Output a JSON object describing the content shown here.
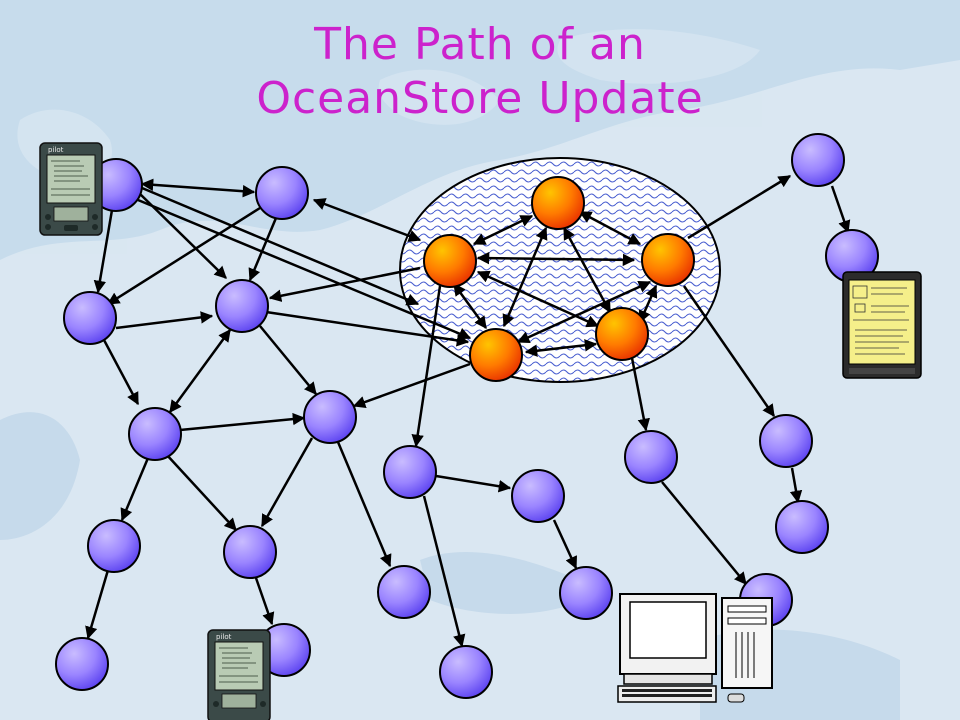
{
  "slide": {
    "title_line1": "The Path of an",
    "title_line2": "OceanStore Update"
  },
  "colors": {
    "title": "#cc22cc",
    "background_map": "#c7dcec",
    "land": "#deeaf4",
    "client_node_light": "#c7b8ff",
    "client_node_dark": "#6b52ff",
    "inner_node_light": "#ffc000",
    "inner_node_dark": "#f23a00",
    "ring_fill": "#ffffff",
    "ring_pattern": "#4a5fd0"
  },
  "devices": {
    "pda_brand": "pilot",
    "pda_icon": "palm-pilot-icon",
    "tablet_icon": "handwriting-tablet-icon",
    "desktop_icon": "desktop-computer-icon"
  }
}
